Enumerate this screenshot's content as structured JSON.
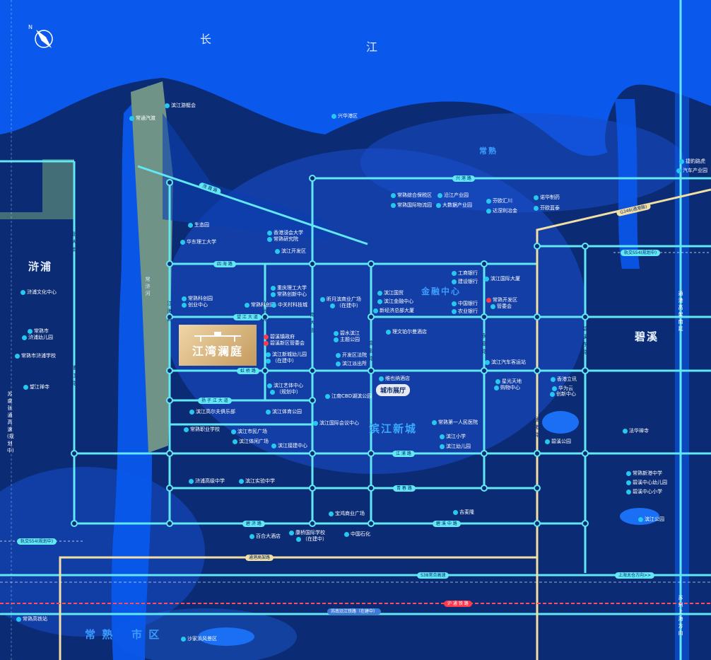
{
  "colors": {
    "background": "#0b2c74",
    "river": "#0a5ef0",
    "main_road": "#62e8f4",
    "expressway": "#f1dfa3",
    "accent_dot": "#27c8f0",
    "project_gold": "#d8b47a"
  },
  "rivers": {
    "changjiang_a": "长",
    "changjiang_b": "江",
    "channel": "常浒河"
  },
  "districts": {
    "xupu": "浒浦",
    "bixi": "碧溪",
    "binjiang_new_city": "滨江新城",
    "jinrong_center": "金融中心",
    "changshu_a": "常 熟",
    "changshu_b": "市 区",
    "changshu_right": "常熟"
  },
  "project": {
    "name": "江湾澜庭",
    "showroom": "城市展厅"
  },
  "compass_icon": "compass-north-icon",
  "roads_h": {
    "xinggang": "兴 港 路",
    "maoxia": "茂 霞 路",
    "sihai": "四 海 路",
    "wangjiang": "望 江 大 道",
    "hongqiao": "虹 桥 路",
    "yangzi": "扬 子 江 大 道",
    "jiangpu": "江 浦 路",
    "qingchun": "青 春 路",
    "biji": "碧 济 路",
    "bixi_mid": "碧 溪 中 路",
    "tonggang_elevated": "通港高架路",
    "s38": "S38常合高速",
    "huyong_rail": "沪 通 铁 路",
    "suxitong_rail": "苏南沿江铁路（在建中）",
    "g346": "G346(通港路)",
    "rail_s54_right": "轨交S54(规划中)",
    "rail_s54_left": "轨交S54(规划中)",
    "shanghai_right": "上海太仓方向>>"
  },
  "roads_v": {
    "beidajie": "北大街",
    "pujiang": "浦江路",
    "jianghai": "江海路",
    "longshang": "龙尚路",
    "nanda": "南大道",
    "jinrong": "金融路",
    "yongjia": "永嘉路",
    "tonggang": "通港路",
    "bixi_east": "碧溪东路",
    "yitong_elevated": "通港高架南延",
    "changshu_left": "苏虞张通高速(规划中)",
    "gangxing_right": "苏州上海方向"
  },
  "pois": [
    {
      "id": "binjiang-yacht",
      "text": "滨江游艇会"
    },
    {
      "id": "changtong-steam",
      "text": "常通汽渡"
    },
    {
      "id": "xinghua-port",
      "text": "兴华港区"
    },
    {
      "id": "ecology-park",
      "text": "生态园"
    },
    {
      "id": "hkust",
      "text": "香港浸会大学"
    },
    {
      "id": "hkust2",
      "text": "常熟研究院"
    },
    {
      "id": "ecust",
      "text": "华东理工大学"
    },
    {
      "id": "binjiang-dev",
      "text": "滨江开发区"
    },
    {
      "id": "cs-sci",
      "text": "常熟科创园"
    },
    {
      "id": "cs-sci2",
      "text": "创业中心"
    },
    {
      "id": "cs-sci-city",
      "text": "常熟科创园"
    },
    {
      "id": "cq-uni",
      "text": "重庆理工大学"
    },
    {
      "id": "cq-uni2",
      "text": "常熟创新中心"
    },
    {
      "id": "zgc",
      "text": "中关村科技城"
    },
    {
      "id": "bixi-gov",
      "text": "碧溪镇政府"
    },
    {
      "id": "bixi-committee",
      "text": "碧溪新区管委会"
    },
    {
      "id": "kindergarten",
      "text": "滨江新城幼儿园"
    },
    {
      "id": "kindergarten2",
      "text": "（在建中）"
    },
    {
      "id": "art-center",
      "text": "滨江艺体中心"
    },
    {
      "id": "art-center2",
      "text": "（规划中）"
    },
    {
      "id": "golf",
      "text": "滨江高尔夫俱乐部"
    },
    {
      "id": "sports-park",
      "text": "滨江体育公园"
    },
    {
      "id": "vocational",
      "text": "常熟职业学校"
    },
    {
      "id": "citizen-plaza",
      "text": "滨江市民广场"
    },
    {
      "id": "sports-plaza",
      "text": "滨江体闲广场"
    },
    {
      "id": "reception",
      "text": "滨江接建中心"
    },
    {
      "id": "xupu-high",
      "text": "浒浦高级中学"
    },
    {
      "id": "binjiang-exp",
      "text": "滨江实验中学"
    },
    {
      "id": "hotel-yijia",
      "text": "百合大酒店"
    },
    {
      "id": "xupu-culture",
      "text": "浒浦文化中心"
    },
    {
      "id": "cs-kindergarten",
      "text": "常熟市"
    },
    {
      "id": "cs-kindergarten2",
      "text": "浒浦幼儿园"
    },
    {
      "id": "cs-school",
      "text": "常熟市浒浦学校"
    },
    {
      "id": "wangjiang-temple",
      "text": "望江禅寺"
    },
    {
      "id": "mingyue-plaza",
      "text": "昕月滨商业广场"
    },
    {
      "id": "mingyue-plaza2",
      "text": "（在建中）"
    },
    {
      "id": "bishui-park",
      "text": "碧水滨江"
    },
    {
      "id": "bishui-park2",
      "text": "主题公园"
    },
    {
      "id": "dev-court",
      "text": "开发区法院"
    },
    {
      "id": "police",
      "text": "滨江派出所"
    },
    {
      "id": "trade",
      "text": "滨江国贸"
    },
    {
      "id": "fin-center",
      "text": "滨江金融中心"
    },
    {
      "id": "new-economy",
      "text": "新经济总部大厦"
    },
    {
      "id": "lisenyi",
      "text": "理文铂尔曼酒店"
    },
    {
      "id": "weiye",
      "text": "维也纳酒店"
    },
    {
      "id": "cbd-park",
      "text": "江南CBD湖滨公园"
    },
    {
      "id": "intl-conv",
      "text": "滨江国际会议中心"
    },
    {
      "id": "cs-hospital",
      "text": "常熟第一人民医院"
    },
    {
      "id": "bj-primary",
      "text": "滨江小学"
    },
    {
      "id": "bj-kinder",
      "text": "滨江幼儿园"
    },
    {
      "id": "baolong",
      "text": "宝鸿商业广场"
    },
    {
      "id": "kangqiao",
      "text": "康桥国际学校"
    },
    {
      "id": "kangqiao2",
      "text": "（在建中）"
    },
    {
      "id": "sinopec",
      "text": "中国石化"
    },
    {
      "id": "jidianjia",
      "text": "吉麦隆"
    },
    {
      "id": "bonded",
      "text": "常熟综合保税区"
    },
    {
      "id": "intl-logistics",
      "text": "常熟国际物流园"
    },
    {
      "id": "riverside-ind",
      "text": "沿江产业园"
    },
    {
      "id": "bigdata",
      "text": "大数据产业园"
    },
    {
      "id": "fenhuihui",
      "text": "芬欧汇川"
    },
    {
      "id": "dalihe",
      "text": "达涅利冶金"
    },
    {
      "id": "nuohua",
      "text": "诺华制药"
    },
    {
      "id": "fenou",
      "text": "芬欧蓝泰"
    },
    {
      "id": "icbc",
      "text": "工商银行"
    },
    {
      "id": "ccb",
      "text": "建设银行"
    },
    {
      "id": "boc",
      "text": "中国银行"
    },
    {
      "id": "abc",
      "text": "农业银行"
    },
    {
      "id": "binjiang-intl",
      "text": "滨江国际大厦"
    },
    {
      "id": "cs-dev-mgmt",
      "text": "常熟开发区"
    },
    {
      "id": "cs-dev-mgmt2",
      "text": "管委会"
    },
    {
      "id": "auto-station",
      "text": "滨江汽车客运站"
    },
    {
      "id": "xingguang",
      "text": "星光天地"
    },
    {
      "id": "xingguang2",
      "text": "购物中心"
    },
    {
      "id": "hk-lishi",
      "text": "香港立讯"
    },
    {
      "id": "huawei",
      "text": "华为云"
    },
    {
      "id": "huawei2",
      "text": "创新中心"
    },
    {
      "id": "bixi-park",
      "text": "碧溪公园"
    },
    {
      "id": "fahua-temple",
      "text": "法华禅寺"
    },
    {
      "id": "cs-newport",
      "text": "常熟新港中学"
    },
    {
      "id": "bixi-kinder",
      "text": "碧溪中心幼儿园"
    },
    {
      "id": "bixi-primary",
      "text": "碧溪中心小学"
    },
    {
      "id": "binjiang-park",
      "text": "滨江公园"
    },
    {
      "id": "jiehu",
      "text": "捷豹路虎"
    },
    {
      "id": "jiehu2",
      "text": "汽车产业园"
    },
    {
      "id": "cs-high-rail",
      "text": "常熟高铁站"
    },
    {
      "id": "shajia",
      "text": "沙家浜风景区"
    }
  ]
}
